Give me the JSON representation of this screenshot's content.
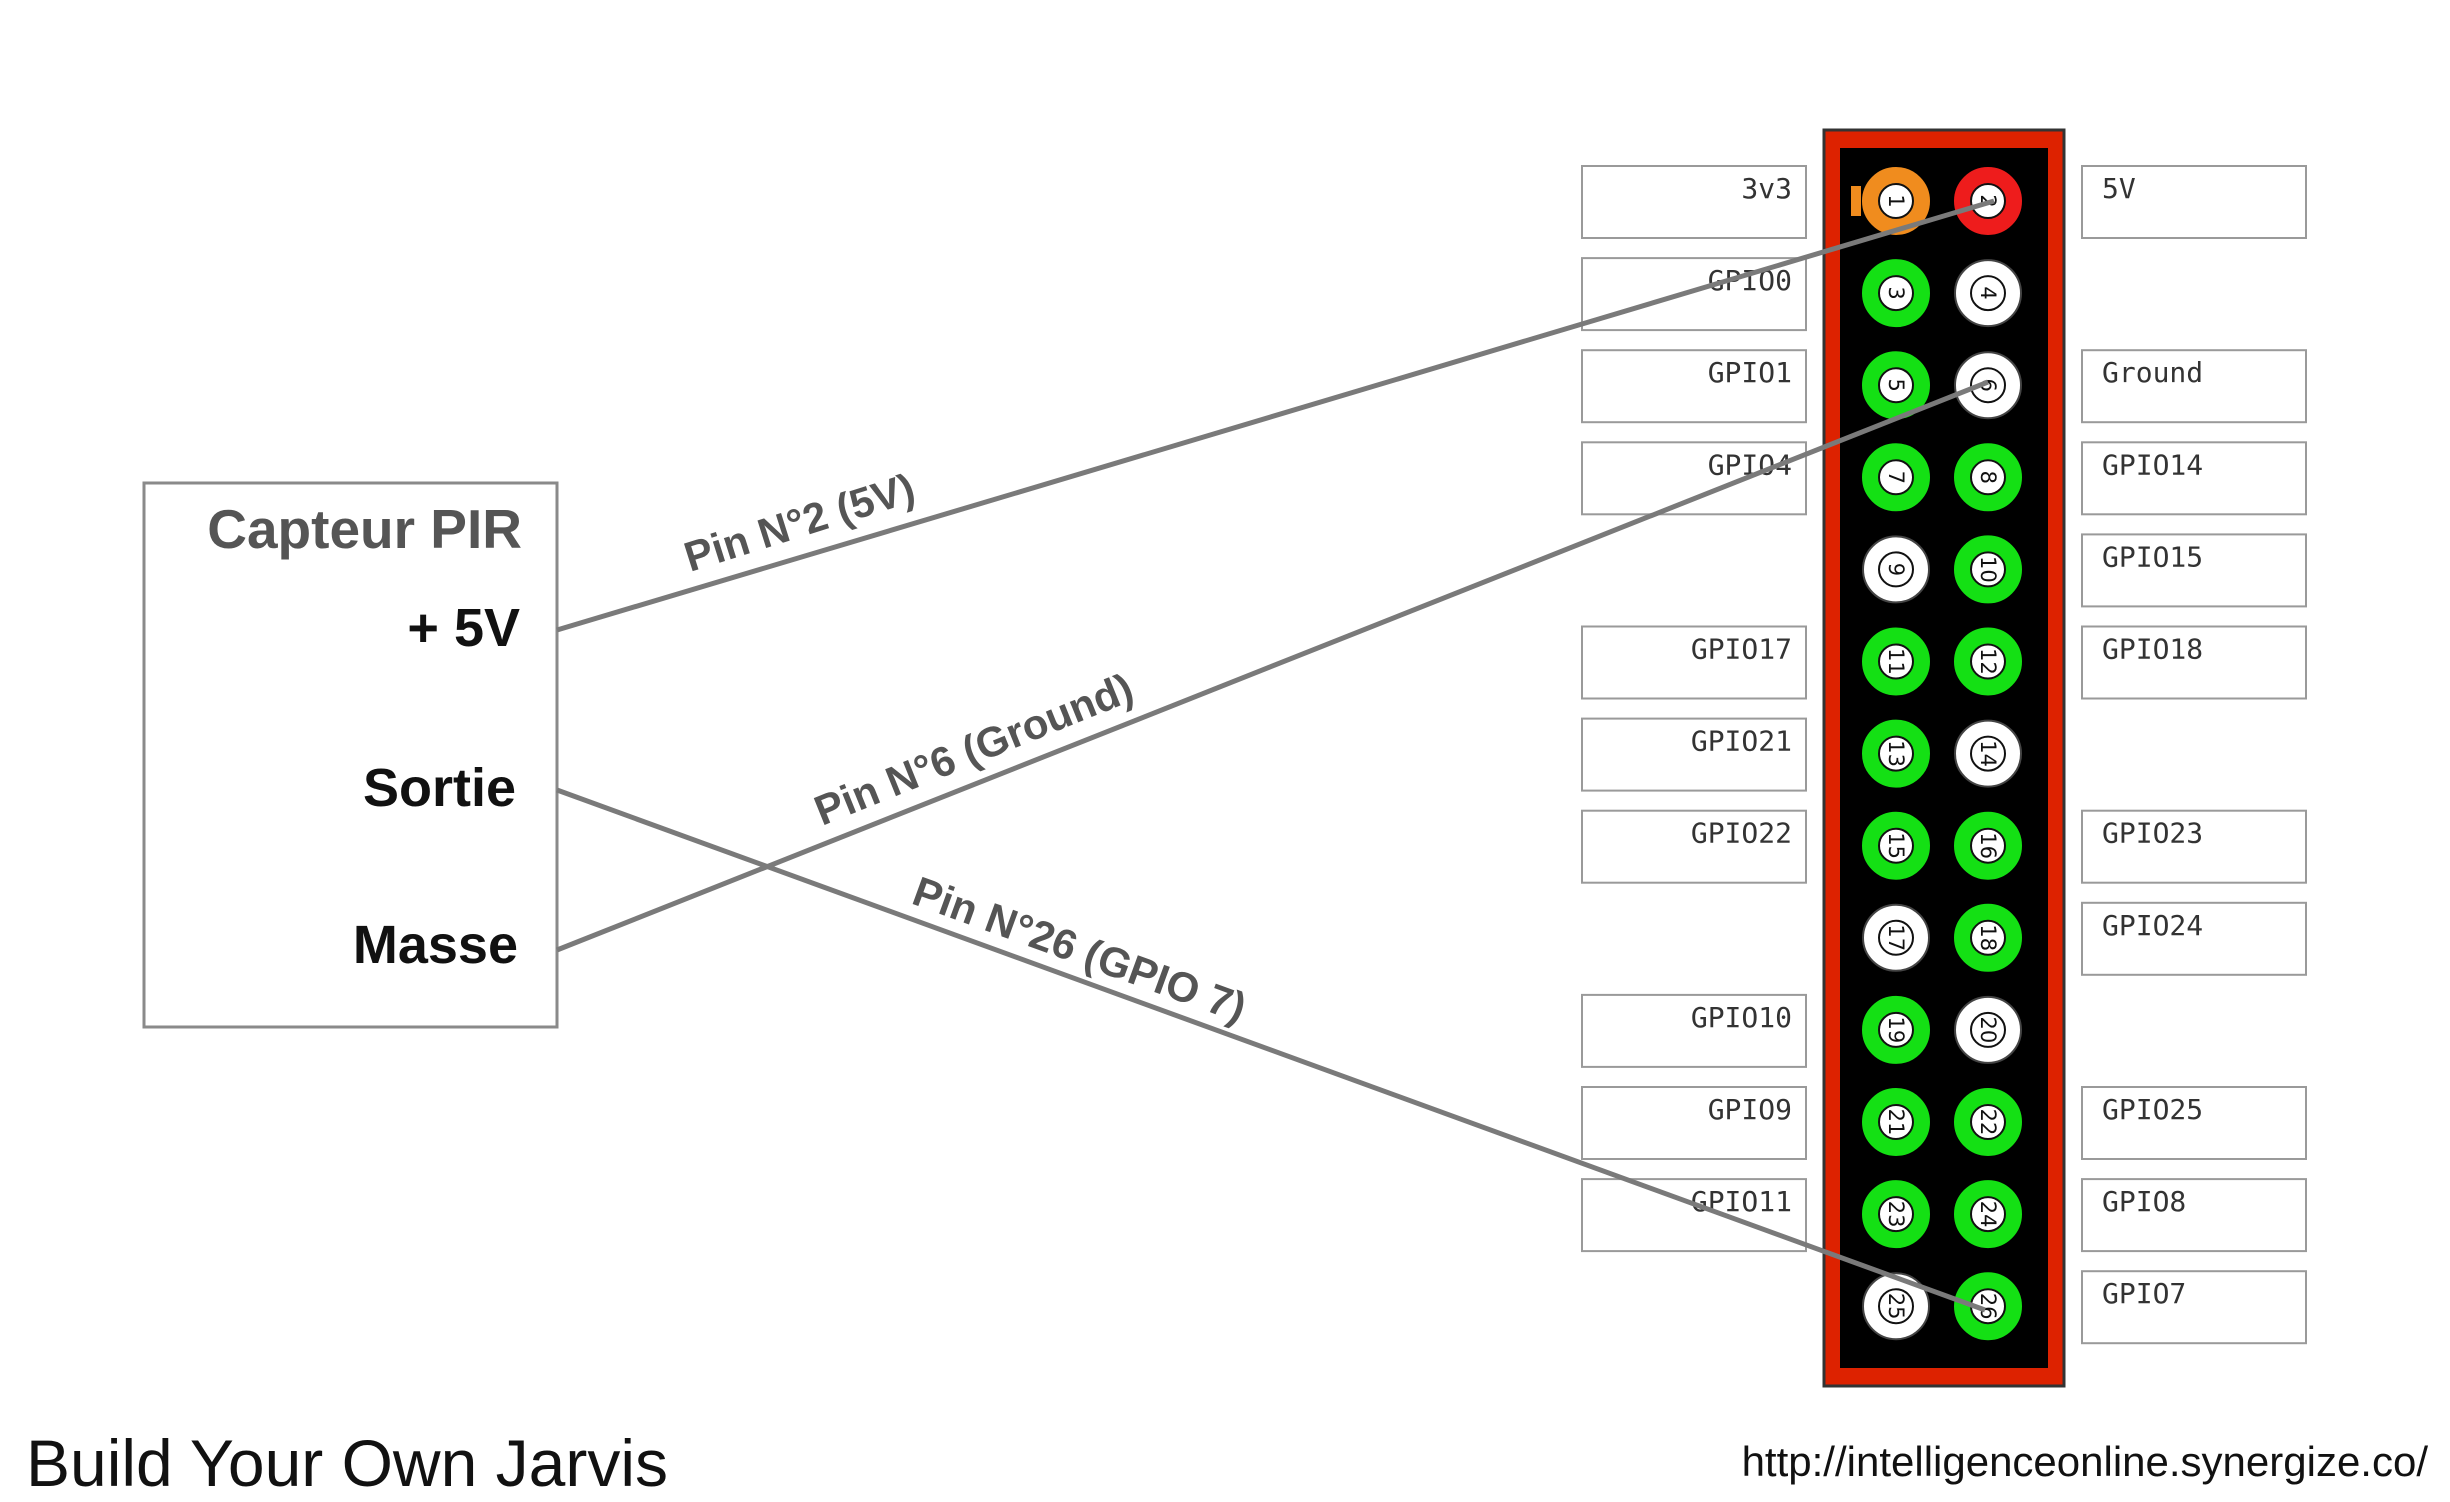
{
  "sensor": {
    "title": "Capteur PIR",
    "pins": [
      "+ 5V",
      "Sortie",
      "Masse"
    ]
  },
  "wires": [
    {
      "label": "Pin N°2 (5V)",
      "from": "+ 5V",
      "to_pin": 2
    },
    {
      "label": "Pin N°6 (Ground)",
      "from": "Masse",
      "to_pin": 6
    },
    {
      "label": "Pin N°26 (GPIO 7)",
      "from": "Sortie",
      "to_pin": 26
    }
  ],
  "header": {
    "pins": [
      {
        "n": 1,
        "color": "#f08c1e"
      },
      {
        "n": 2,
        "color": "#ee1c1c"
      },
      {
        "n": 3,
        "color": "#14e014"
      },
      {
        "n": 4,
        "color": "#ffffff"
      },
      {
        "n": 5,
        "color": "#14e014"
      },
      {
        "n": 6,
        "color": "#ffffff"
      },
      {
        "n": 7,
        "color": "#14e014"
      },
      {
        "n": 8,
        "color": "#14e014"
      },
      {
        "n": 9,
        "color": "#ffffff"
      },
      {
        "n": 10,
        "color": "#14e014"
      },
      {
        "n": 11,
        "color": "#14e014"
      },
      {
        "n": 12,
        "color": "#14e014"
      },
      {
        "n": 13,
        "color": "#14e014"
      },
      {
        "n": 14,
        "color": "#ffffff"
      },
      {
        "n": 15,
        "color": "#14e014"
      },
      {
        "n": 16,
        "color": "#14e014"
      },
      {
        "n": 17,
        "color": "#ffffff"
      },
      {
        "n": 18,
        "color": "#14e014"
      },
      {
        "n": 19,
        "color": "#14e014"
      },
      {
        "n": 20,
        "color": "#ffffff"
      },
      {
        "n": 21,
        "color": "#14e014"
      },
      {
        "n": 22,
        "color": "#14e014"
      },
      {
        "n": 23,
        "color": "#14e014"
      },
      {
        "n": 24,
        "color": "#14e014"
      },
      {
        "n": 25,
        "color": "#ffffff"
      },
      {
        "n": 26,
        "color": "#14e014"
      }
    ],
    "left_labels": [
      "3v3",
      "GPIO0",
      "GPIO1",
      "GPIO4",
      "",
      "GPIO17",
      "GPIO21",
      "GPIO22",
      "",
      "GPIO10",
      "GPIO9",
      "GPIO11",
      ""
    ],
    "right_labels": [
      "5V",
      "",
      "Ground",
      "GPIO14",
      "GPIO15",
      "GPIO18",
      "",
      "GPIO23",
      "GPIO24",
      "",
      "GPIO25",
      "GPIO8",
      "GPIO7"
    ],
    "frame_color": "#dd2200",
    "board_color": "#000000"
  },
  "footer": {
    "title": "Build Your Own Jarvis",
    "url": "http://intelligenceonline.synergize.co/"
  }
}
